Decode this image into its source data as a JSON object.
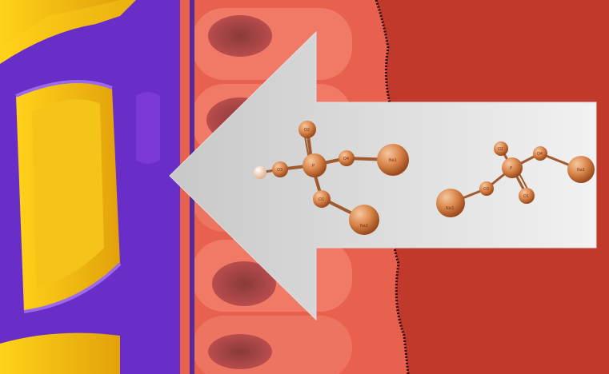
{
  "scene": {
    "description_colors": {
      "background_right": "#c0392b",
      "villus_tissue": "#e8614f",
      "membrane_purple": "#6a2ec8",
      "interior_yellow": "#f2b90e",
      "arrow": "#d4d4d4",
      "atom_orange": "#d9854a"
    },
    "molecule_left": {
      "labels": [
        "O2",
        "O3",
        "P",
        "O4",
        "Na1",
        "O1",
        "Na2"
      ]
    },
    "molecule_right": {
      "labels": [
        "Na3",
        "O3",
        "P",
        "O4",
        "Na1",
        "O1",
        "O2"
      ]
    }
  }
}
